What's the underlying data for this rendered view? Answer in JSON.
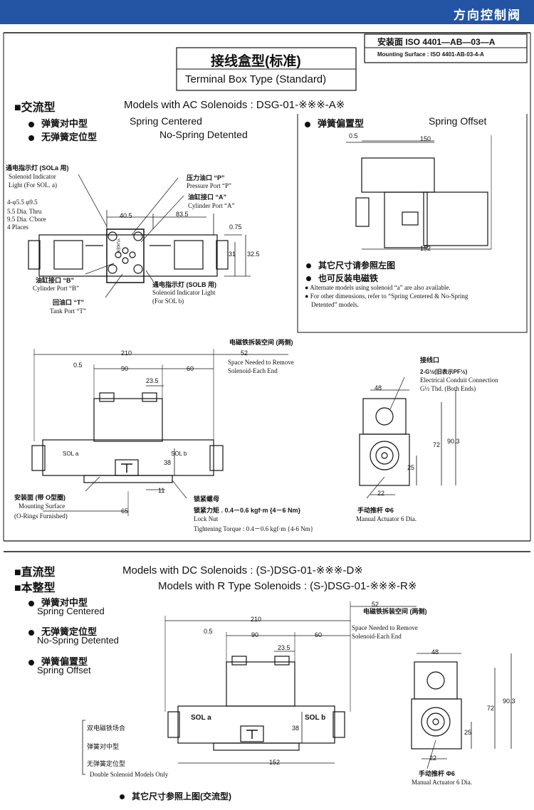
{
  "header": {
    "title": "方向控制阀"
  },
  "mount_box": {
    "cn": "安装面 ISO 4401—AB—03—A",
    "en": "Mounting Surface : ISO 4401-AB-03-4-A"
  },
  "title_box": {
    "cn": "接线盒型(标准)",
    "en": "Terminal Box Type (Standard)"
  },
  "ac": {
    "heading_cn": "■交流型",
    "heading_en": "Models with AC Solenoids :  DSG-01-※※※-A※",
    "opt1_cn": "弹簧对中型",
    "opt1_en": "Spring Centered",
    "opt2_cn": "无弹簧定位型",
    "opt2_en": "No-Spring Detented",
    "offset_cn": "弹簧偏置型",
    "offset_en": "Spring Offset",
    "callouts": {
      "ind_a_cn": "通电指示灯 (SOLa 用)",
      "ind_a_en1": "Solenoid Indicator",
      "ind_a_en2": "Light (For SOL. a)",
      "holes1": "4-φ5.5    φ9.5",
      "holes2": "5.5 Dia. Thru",
      "holes3": "9.5 Dia. C'bore",
      "holes4": "4 Places",
      "p_cn": "压力油口 “P”",
      "p_en": "Pressure Port “P”",
      "a_cn": "油缸接口 “A”",
      "a_en": "Cylinder Port “A”",
      "b_cn": "油缸接口 “B”",
      "b_en": "Cylinder Port “B”",
      "t_cn": "回油口 “T”",
      "t_en": "Tank Port “T”",
      "ind_b_cn": "通电指示灯 (SOLB 用)",
      "ind_b_en1": "Solenoid Indicator Light",
      "ind_b_en2": "(For SOL b)"
    },
    "dims_top": {
      "d405": "40.5",
      "d835": "83.5",
      "d075": "0.75",
      "d31": "31",
      "d325": "32.5"
    },
    "dims_offset": {
      "d05": "0.5",
      "d150": "150",
      "d152": "152"
    },
    "notes": {
      "n1": "其它尺寸请参照左图",
      "n2": "也可反装电磁铁",
      "n3": "Alternate models using solenoid “a” are also available.",
      "n4": "For other dimensions, refer to “Spring Centered & No-Spring",
      "n5": "Detented” models."
    },
    "side": {
      "space_cn": "电磁铁拆装空间 (两侧)",
      "space_en1": "Space Needed to Remove",
      "space_en2": "Solenoid-Each End",
      "d210": "210",
      "d52": "52",
      "d05": "0.5",
      "d90": "90",
      "d60": "60",
      "d235": "23.5",
      "d38": "38",
      "d11": "11",
      "d65": "65",
      "sol_a": "SOL a",
      "sol_b": "SOL b",
      "mount_cn": "安装面 (带 O型圈)",
      "mount_en1": "Mounting Surface",
      "mount_en2": "(O-Rings Furnished)",
      "nut_cn1": "锁紧螺母",
      "nut_cn2": "锁紧力矩 . 0.4－0.6 kgf·m {4－6 Nm}",
      "nut_en1": "Lock Nut",
      "nut_en2": "Tightening Torque : 0.4－0.6 kgf·m {4-6 Nm}"
    },
    "end": {
      "conn_cn": "接线口",
      "conn_cn2": "2-G½(旧表示PF½)",
      "conn_en1": "Electrical Conduit Connection",
      "conn_en2": "G½ Thd. (Both Ends)",
      "d48": "48",
      "d72": "72",
      "d903": "90.3",
      "d25": "25",
      "d22": "22",
      "man_cn": "手动推杆 Φ6",
      "man_en": "Manual Actuator 6 Dia."
    }
  },
  "dc": {
    "heading1_cn": "■直流型",
    "heading1_en": "Models with DC Solenoids : (S-)DSG-01-※※※-D※",
    "heading2_cn": "■本整型",
    "heading2_en": "Models with R Type Solenoids : (S-)DSG-01-※※※-R※",
    "opt1_cn": "弹簧对中型",
    "opt1_en": "Spring Centered",
    "opt2_cn": "无弹簧定位型",
    "opt2_en": "No-Spring Detented",
    "opt3_cn": "弹簧偏置型",
    "opt3_en": "Spring Offset",
    "double1": "双电磁铁场合",
    "double2": "弹簧对中型",
    "double3": "无弹簧定位型",
    "double_en": "Double Solenoid Models Only",
    "space_cn": "电磁铁拆装空间 (两侧)",
    "space_en1": "Space Needed to Remove",
    "space_en2": "Solenoid-Each End",
    "d210": "210",
    "d52": "52",
    "d05": "0.5",
    "d90": "90",
    "d60": "60",
    "d235": "23.5",
    "d38": "38",
    "d152": "152",
    "sol_a": "SOL a",
    "sol_b": "SOL b",
    "d48": "48",
    "d72": "72",
    "d903": "90.3",
    "d25": "25",
    "d22": "22",
    "man_cn": "手动推杆 Φ6",
    "man_en": "Manual Actuator 6 Dia.",
    "footer": "其它尺寸参照上图(交流型)"
  }
}
